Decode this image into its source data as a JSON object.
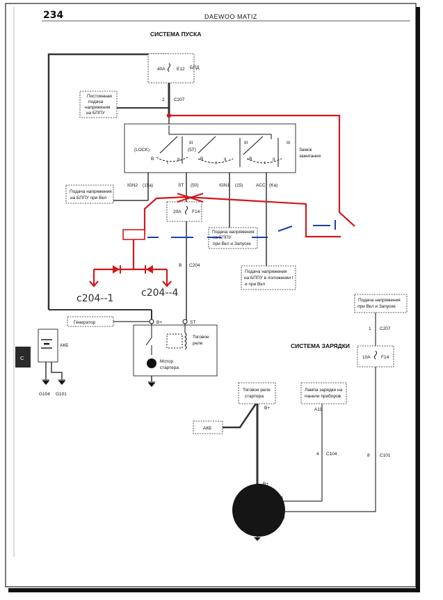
{
  "header": {
    "page_number": "234",
    "title": "DAEWOO MATIZ"
  },
  "side_tab": "С",
  "sections": {
    "start": "СИСТЕМА ПУСКА",
    "charge": "СИСТЕМА ЗАРЯДКИ"
  },
  "fuse_box": {
    "rating": "40A",
    "id": "E12",
    "name": "БПД"
  },
  "connectors": {
    "c207_pin": "2",
    "c207": "C207",
    "c204_pin": "B",
    "c204": "C204",
    "c207b_pin": "1",
    "c207b": "C207",
    "c104_pin": "4",
    "c104": "C104",
    "c101_pin": "8",
    "c101": "C101"
  },
  "labels": {
    "const_power": [
      "Постоянная",
      "подача",
      "напряжения",
      "на БППУ"
    ],
    "ign_switch": [
      "Замок",
      "зажигания"
    ],
    "on_power": [
      "Подача напряжения",
      "на БППУ при Вкл"
    ],
    "on_start_power": [
      "Подача напряжения",
      "на БППУ",
      "при Вкл и Запуске"
    ],
    "pos1_power": [
      "Подача напряжения",
      "на БППУ в положении I",
      "и при Вкл"
    ],
    "right_power": [
      "Подача напряжения",
      "при Вкл и Запуске"
    ],
    "generator": "Генератор",
    "battery": "АКБ",
    "traction_relay": [
      "Тяговое",
      "реле"
    ],
    "starter_motor": [
      "Мотор",
      "стартера"
    ],
    "ground1": "G104",
    "ground2": "G101",
    "starter_relay_box": [
      "Тяговое реле",
      "стартера"
    ],
    "charge_lamp": [
      "Лампа зарядки на",
      "панели приборов"
    ],
    "akb2": "АКБ",
    "a11": "A11",
    "bplus": "B+",
    "st": "ST",
    "gen_pin1": "1",
    "gen_pin2": "2"
  },
  "switch": {
    "lock": "(LOCK)",
    "st5": "(5T)",
    "three": "III",
    "one": "I",
    "two": "II",
    "b": "B",
    "ign2": "IGN2",
    "t15a": "(15a)",
    "st": "ST",
    "t50": "(50)",
    "ign1": "IGN1",
    "t15": "(15)",
    "acc": "ACC",
    "tka": "(Ka)"
  },
  "fuses": {
    "f14a": "20A",
    "f14a_id": "F14",
    "f14b": "10A",
    "f14b_id": "F14"
  },
  "handwritten": {
    "left": "c204--1",
    "right": "c204--4"
  }
}
